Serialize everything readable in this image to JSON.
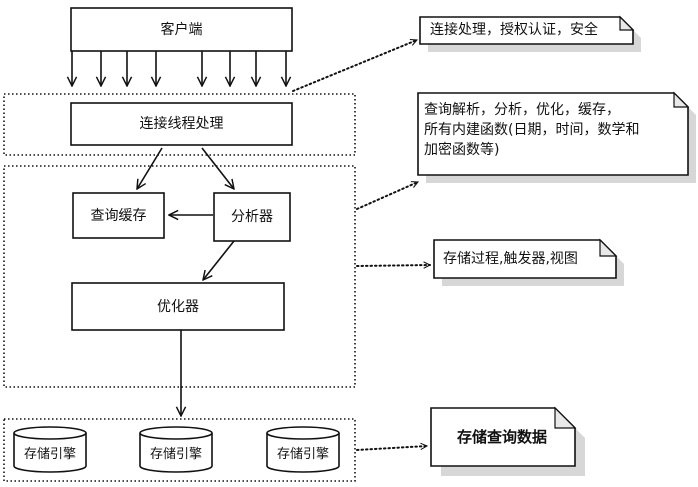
{
  "boxes": {
    "client": "客户端",
    "connection_thread": "连接线程处理",
    "query_cache": "查询缓存",
    "parser": "分析器",
    "optimizer": "优化器"
  },
  "engines": [
    "存储引擎",
    "存储引擎",
    "存储引擎"
  ],
  "notes": {
    "connection": "连接处理，授权认证，安全",
    "analysis": [
      "查询解析，分析，优化，缓存，",
      "所有内建函数(日期，时间，数学和",
      "加密函数等)"
    ],
    "stored": "存储过程,触发器,视图",
    "storage": "存储查询数据"
  },
  "colors": {
    "line": "#111111",
    "box_fill": "#ffffff",
    "note_shadow": "#d7d7d7",
    "fold": "#e9e9e9"
  }
}
